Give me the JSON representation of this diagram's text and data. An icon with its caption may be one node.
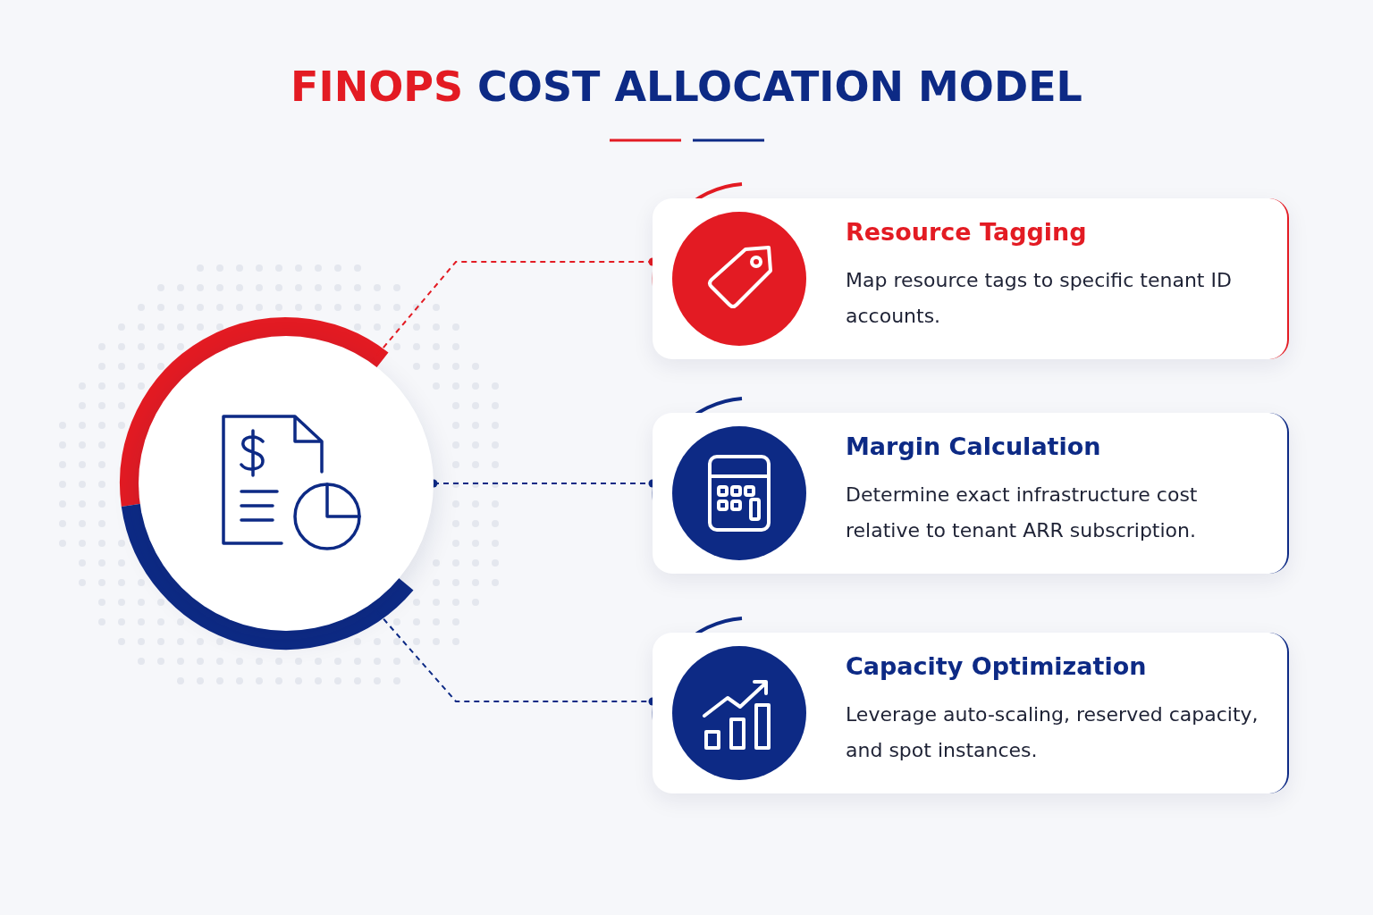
{
  "diagram": {
    "title": "FINOPS COST ALLOCATION MODEL",
    "nodes": [
      {
        "text": [],
        "shape": "circle"
      },
      {
        "text": [
          "Resource Tagging",
          "Map resource tags to specific tenant ID accounts."
        ]
      },
      {
        "text": [
          "Margin Calculation",
          "Determine exact infrastructure cost relative to tenant ARR subscription."
        ]
      },
      {
        "text": [
          "Capacity Optimization",
          "Leverage auto-scaling, reserved capacity, and spot instances."
        ]
      }
    ],
    "edges": [
      {
        "from": 0,
        "to": 1,
        "arrow": "other",
        "style": "dashed",
        "color": "#e31b23"
      },
      {
        "from": 0,
        "to": 2,
        "arrow": "other",
        "style": "dashed"
      },
      {
        "from": 0,
        "to": 3,
        "arrow": "other",
        "style": "dashed"
      }
    ]
  }
}
